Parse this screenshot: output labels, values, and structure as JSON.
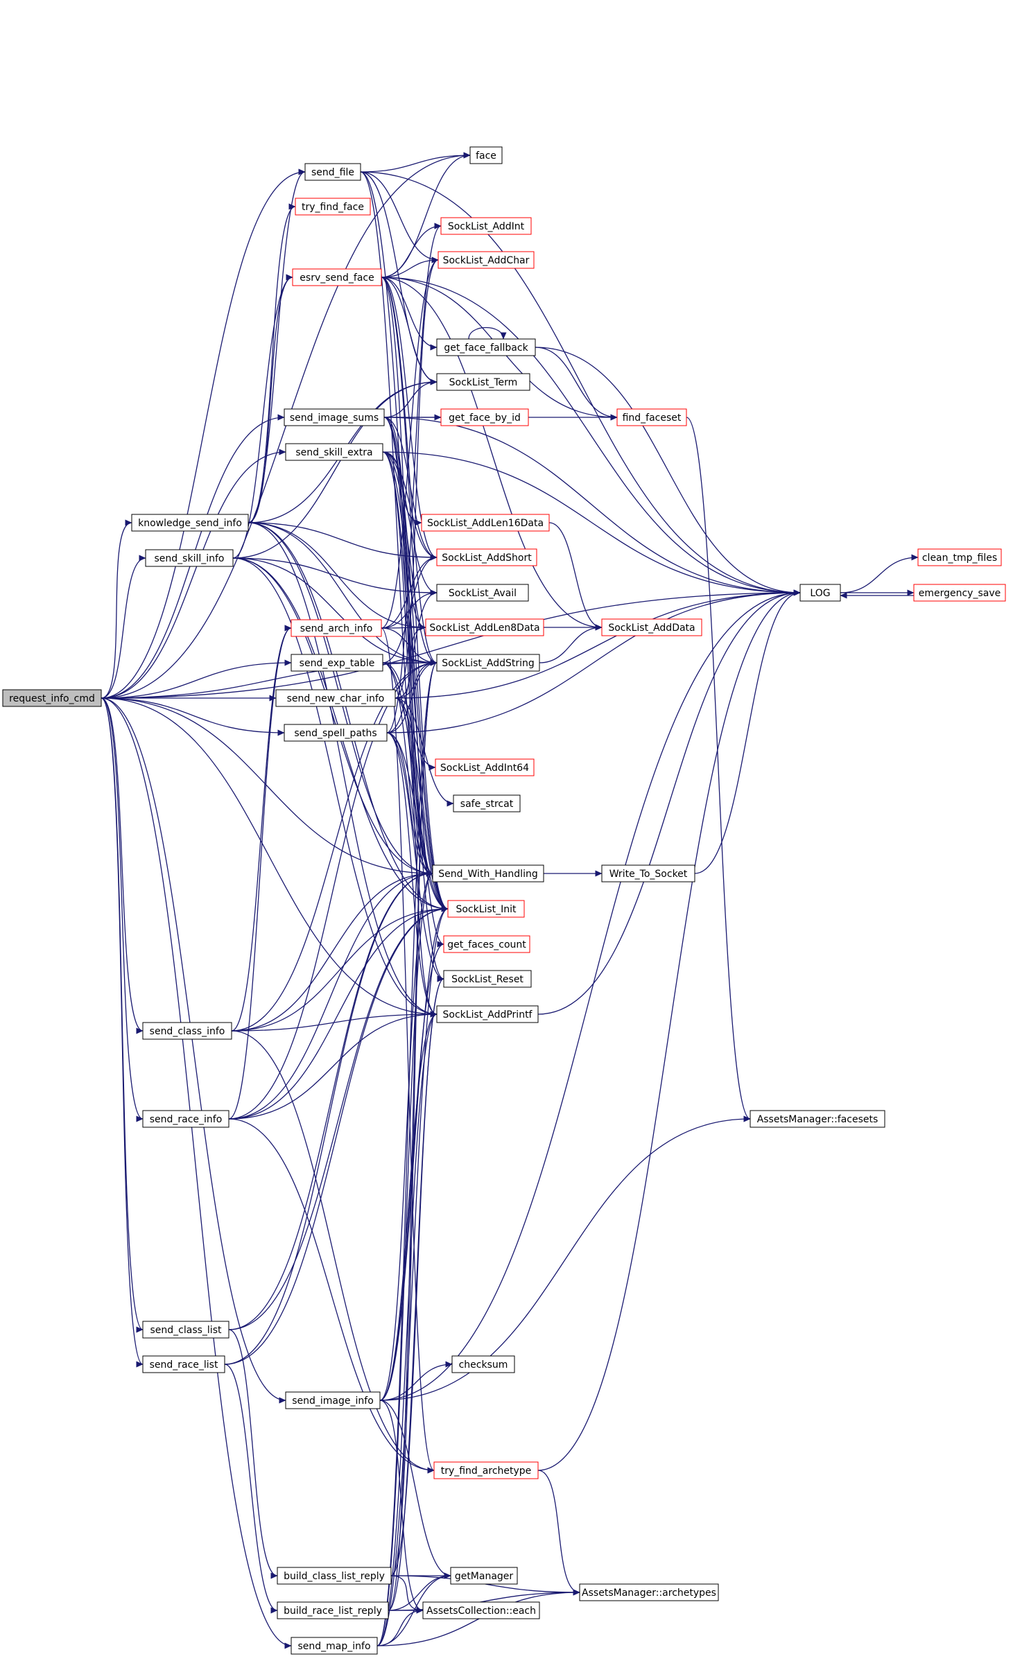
{
  "colors": {
    "edge": "#191970",
    "node_border": "#000000",
    "incomplete_node_border": "#ff0000",
    "root_fill": "#bfbfbf"
  },
  "nodes": [
    {
      "id": "request_info_cmd",
      "label": "request_info_cmd",
      "style": "root"
    },
    {
      "id": "send_file",
      "label": "send_file",
      "style": "normal"
    },
    {
      "id": "try_find_face",
      "label": "try_find_face",
      "style": "red"
    },
    {
      "id": "esrv_send_face",
      "label": "esrv_send_face",
      "style": "red"
    },
    {
      "id": "send_image_sums",
      "label": "send_image_sums",
      "style": "normal"
    },
    {
      "id": "send_skill_extra",
      "label": "send_skill_extra",
      "style": "normal"
    },
    {
      "id": "knowledge_send_info",
      "label": "knowledge_send_info",
      "style": "normal"
    },
    {
      "id": "send_skill_info",
      "label": "send_skill_info",
      "style": "normal"
    },
    {
      "id": "send_arch_info",
      "label": "send_arch_info",
      "style": "red"
    },
    {
      "id": "send_exp_table",
      "label": "send_exp_table",
      "style": "normal"
    },
    {
      "id": "send_new_char_info",
      "label": "send_new_char_info",
      "style": "normal"
    },
    {
      "id": "send_spell_paths",
      "label": "send_spell_paths",
      "style": "normal"
    },
    {
      "id": "send_class_info",
      "label": "send_class_info",
      "style": "normal"
    },
    {
      "id": "send_race_info",
      "label": "send_race_info",
      "style": "normal"
    },
    {
      "id": "send_class_list",
      "label": "send_class_list",
      "style": "normal"
    },
    {
      "id": "send_race_list",
      "label": "send_race_list",
      "style": "normal"
    },
    {
      "id": "send_image_info",
      "label": "send_image_info",
      "style": "normal"
    },
    {
      "id": "build_class_list_reply",
      "label": "build_class_list_reply",
      "style": "normal"
    },
    {
      "id": "build_race_list_reply",
      "label": "build_race_list_reply",
      "style": "normal"
    },
    {
      "id": "send_map_info",
      "label": "send_map_info",
      "style": "normal"
    },
    {
      "id": "face",
      "label": "face",
      "style": "normal"
    },
    {
      "id": "SockList_AddInt",
      "label": "SockList_AddInt",
      "style": "red"
    },
    {
      "id": "SockList_AddChar",
      "label": "SockList_AddChar",
      "style": "red"
    },
    {
      "id": "get_face_fallback",
      "label": "get_face_fallback",
      "style": "normal"
    },
    {
      "id": "SockList_Term",
      "label": "SockList_Term",
      "style": "normal"
    },
    {
      "id": "get_face_by_id",
      "label": "get_face_by_id",
      "style": "red"
    },
    {
      "id": "SockList_AddLen16Data",
      "label": "SockList_AddLen16Data",
      "style": "red"
    },
    {
      "id": "SockList_AddShort",
      "label": "SockList_AddShort",
      "style": "red"
    },
    {
      "id": "SockList_Avail",
      "label": "SockList_Avail",
      "style": "normal"
    },
    {
      "id": "SockList_AddLen8Data",
      "label": "SockList_AddLen8Data",
      "style": "red"
    },
    {
      "id": "SockList_AddString",
      "label": "SockList_AddString",
      "style": "normal"
    },
    {
      "id": "SockList_AddInt64",
      "label": "SockList_AddInt64",
      "style": "red"
    },
    {
      "id": "safe_strcat",
      "label": "safe_strcat",
      "style": "normal"
    },
    {
      "id": "Send_With_Handling",
      "label": "Send_With_Handling",
      "style": "normal"
    },
    {
      "id": "SockList_Init",
      "label": "SockList_Init",
      "style": "red"
    },
    {
      "id": "get_faces_count",
      "label": "get_faces_count",
      "style": "red"
    },
    {
      "id": "SockList_Reset",
      "label": "SockList_Reset",
      "style": "normal"
    },
    {
      "id": "SockList_AddPrintf",
      "label": "SockList_AddPrintf",
      "style": "normal"
    },
    {
      "id": "checksum",
      "label": "checksum",
      "style": "normal"
    },
    {
      "id": "try_find_archetype",
      "label": "try_find_archetype",
      "style": "red"
    },
    {
      "id": "getManager",
      "label": "getManager",
      "style": "normal"
    },
    {
      "id": "AssetsCollection_each",
      "label": "AssetsCollection::each",
      "style": "normal"
    },
    {
      "id": "find_faceset",
      "label": "find_faceset",
      "style": "red"
    },
    {
      "id": "SockList_AddData",
      "label": "SockList_AddData",
      "style": "red"
    },
    {
      "id": "Write_To_Socket",
      "label": "Write_To_Socket",
      "style": "normal"
    },
    {
      "id": "AssetsManager_facesets",
      "label": "AssetsManager::facesets",
      "style": "normal"
    },
    {
      "id": "AssetsManager_archetypes",
      "label": "AssetsManager::archetypes",
      "style": "normal"
    },
    {
      "id": "LOG",
      "label": "LOG",
      "style": "normal"
    },
    {
      "id": "clean_tmp_files",
      "label": "clean_tmp_files",
      "style": "red"
    },
    {
      "id": "emergency_save",
      "label": "emergency_save",
      "style": "red"
    }
  ],
  "edges": [
    [
      "request_info_cmd",
      "send_file"
    ],
    [
      "request_info_cmd",
      "send_image_sums"
    ],
    [
      "request_info_cmd",
      "send_skill_extra"
    ],
    [
      "request_info_cmd",
      "knowledge_send_info"
    ],
    [
      "request_info_cmd",
      "send_skill_info"
    ],
    [
      "request_info_cmd",
      "send_exp_table"
    ],
    [
      "request_info_cmd",
      "send_new_char_info"
    ],
    [
      "request_info_cmd",
      "send_spell_paths"
    ],
    [
      "request_info_cmd",
      "send_class_info"
    ],
    [
      "request_info_cmd",
      "send_race_info"
    ],
    [
      "request_info_cmd",
      "send_class_list"
    ],
    [
      "request_info_cmd",
      "send_race_list"
    ],
    [
      "request_info_cmd",
      "send_image_info"
    ],
    [
      "request_info_cmd",
      "send_map_info"
    ],
    [
      "request_info_cmd",
      "face"
    ],
    [
      "request_info_cmd",
      "LOG"
    ],
    [
      "request_info_cmd",
      "SockList_AddString"
    ],
    [
      "request_info_cmd",
      "Send_With_Handling"
    ],
    [
      "request_info_cmd",
      "SockList_AddPrintf"
    ],
    [
      "send_file",
      "face"
    ],
    [
      "send_file",
      "SockList_AddChar"
    ],
    [
      "send_file",
      "SockList_Term"
    ],
    [
      "send_file",
      "Send_With_Handling"
    ],
    [
      "send_file",
      "LOG"
    ],
    [
      "send_file",
      "SockList_Init"
    ],
    [
      "esrv_send_face",
      "face"
    ],
    [
      "esrv_send_face",
      "SockList_AddInt"
    ],
    [
      "esrv_send_face",
      "SockList_AddChar"
    ],
    [
      "esrv_send_face",
      "get_face_fallback"
    ],
    [
      "esrv_send_face",
      "SockList_Term"
    ],
    [
      "esrv_send_face",
      "find_faceset"
    ],
    [
      "esrv_send_face",
      "LOG"
    ],
    [
      "esrv_send_face",
      "SockList_AddShort"
    ],
    [
      "esrv_send_face",
      "SockList_AddString"
    ],
    [
      "esrv_send_face",
      "Send_With_Handling"
    ],
    [
      "esrv_send_face",
      "SockList_Init"
    ],
    [
      "esrv_send_face",
      "SockList_AddData"
    ],
    [
      "get_face_fallback",
      "get_face_fallback"
    ],
    [
      "get_face_fallback",
      "find_faceset"
    ],
    [
      "get_face_fallback",
      "LOG"
    ],
    [
      "send_image_sums",
      "get_face_by_id"
    ],
    [
      "send_image_sums",
      "find_faceset"
    ],
    [
      "send_image_sums",
      "SockList_Term"
    ],
    [
      "send_image_sums",
      "SockList_AddShort"
    ],
    [
      "send_image_sums",
      "SockList_AddLen8Data"
    ],
    [
      "send_image_sums",
      "Send_With_Handling"
    ],
    [
      "send_image_sums",
      "SockList_Init"
    ],
    [
      "send_image_sums",
      "get_faces_count"
    ],
    [
      "send_image_sums",
      "LOG"
    ],
    [
      "send_skill_extra",
      "SockList_AddLen16Data"
    ],
    [
      "send_skill_extra",
      "SockList_AddShort"
    ],
    [
      "send_skill_extra",
      "SockList_Avail"
    ],
    [
      "send_skill_extra",
      "SockList_AddString"
    ],
    [
      "send_skill_extra",
      "LOG"
    ],
    [
      "send_skill_extra",
      "Send_With_Handling"
    ],
    [
      "send_skill_extra",
      "SockList_Init"
    ],
    [
      "send_skill_extra",
      "SockList_Reset"
    ],
    [
      "knowledge_send_info",
      "esrv_send_face"
    ],
    [
      "knowledge_send_info",
      "try_find_face"
    ],
    [
      "knowledge_send_info",
      "send_file"
    ],
    [
      "knowledge_send_info",
      "SockList_AddShort"
    ],
    [
      "knowledge_send_info",
      "SockList_AddLen8Data"
    ],
    [
      "knowledge_send_info",
      "SockList_AddString"
    ],
    [
      "knowledge_send_info",
      "SockList_Term"
    ],
    [
      "knowledge_send_info",
      "Send_With_Handling"
    ],
    [
      "knowledge_send_info",
      "SockList_Init"
    ],
    [
      "knowledge_send_info",
      "SockList_AddPrintf"
    ],
    [
      "send_skill_info",
      "esrv_send_face"
    ],
    [
      "send_skill_info",
      "SockList_AddString"
    ],
    [
      "send_skill_info",
      "SockList_Avail"
    ],
    [
      "send_skill_info",
      "SockList_AddPrintf"
    ],
    [
      "send_skill_info",
      "Send_With_Handling"
    ],
    [
      "send_skill_info",
      "SockList_Init"
    ],
    [
      "send_skill_info",
      "SockList_Term"
    ],
    [
      "send_arch_info",
      "SockList_AddLen8Data"
    ],
    [
      "send_arch_info",
      "SockList_AddString"
    ],
    [
      "send_arch_info",
      "SockList_AddChar"
    ],
    [
      "send_arch_info",
      "SockList_Avail"
    ],
    [
      "send_arch_info",
      "try_find_archetype"
    ],
    [
      "send_arch_info",
      "SockList_AddShort"
    ],
    [
      "send_exp_table",
      "SockList_AddShort"
    ],
    [
      "send_exp_table",
      "SockList_AddInt64"
    ],
    [
      "send_exp_table",
      "SockList_AddString"
    ],
    [
      "send_exp_table",
      "Send_With_Handling"
    ],
    [
      "send_exp_table",
      "SockList_Init"
    ],
    [
      "send_new_char_info",
      "SockList_AddLen8Data"
    ],
    [
      "send_new_char_info",
      "SockList_AddString"
    ],
    [
      "send_new_char_info",
      "SockList_AddPrintf"
    ],
    [
      "send_new_char_info",
      "Send_With_Handling"
    ],
    [
      "send_new_char_info",
      "SockList_Init"
    ],
    [
      "send_new_char_info",
      "SockList_AddChar"
    ],
    [
      "send_new_char_info",
      "safe_strcat"
    ],
    [
      "send_new_char_info",
      "LOG"
    ],
    [
      "send_spell_paths",
      "SockList_AddInt"
    ],
    [
      "send_spell_paths",
      "SockList_AddString"
    ],
    [
      "send_spell_paths",
      "Send_With_Handling"
    ],
    [
      "send_spell_paths",
      "SockList_Init"
    ],
    [
      "send_spell_paths",
      "SockList_Avail"
    ],
    [
      "send_spell_paths",
      "SockList_AddPrintf"
    ],
    [
      "send_spell_paths",
      "LOG"
    ],
    [
      "send_spell_paths",
      "SockList_Reset"
    ],
    [
      "send_class_info",
      "send_arch_info"
    ],
    [
      "send_class_info",
      "SockList_AddString"
    ],
    [
      "send_class_info",
      "Send_With_Handling"
    ],
    [
      "send_class_info",
      "SockList_Init"
    ],
    [
      "send_class_info",
      "SockList_AddPrintf"
    ],
    [
      "send_class_info",
      "try_find_archetype"
    ],
    [
      "send_race_info",
      "send_arch_info"
    ],
    [
      "send_race_info",
      "SockList_AddString"
    ],
    [
      "send_race_info",
      "Send_With_Handling"
    ],
    [
      "send_race_info",
      "SockList_Init"
    ],
    [
      "send_race_info",
      "SockList_AddPrintf"
    ],
    [
      "send_race_info",
      "try_find_archetype"
    ],
    [
      "send_class_list",
      "build_class_list_reply"
    ],
    [
      "send_class_list",
      "Send_With_Handling"
    ],
    [
      "send_class_list",
      "SockList_Init"
    ],
    [
      "send_race_list",
      "build_race_list_reply"
    ],
    [
      "send_race_list",
      "Send_With_Handling"
    ],
    [
      "send_race_list",
      "SockList_Init"
    ],
    [
      "send_image_info",
      "checksum"
    ],
    [
      "send_image_info",
      "getManager"
    ],
    [
      "send_image_info",
      "AssetsCollection_each"
    ],
    [
      "send_image_info",
      "AssetsManager_facesets"
    ],
    [
      "send_image_info",
      "SockList_AddPrintf"
    ],
    [
      "send_image_info",
      "Send_With_Handling"
    ],
    [
      "send_image_info",
      "SockList_Init"
    ],
    [
      "send_image_info",
      "get_faces_count"
    ],
    [
      "send_image_info",
      "LOG"
    ],
    [
      "build_class_list_reply",
      "getManager"
    ],
    [
      "build_class_list_reply",
      "AssetsCollection_each"
    ],
    [
      "build_class_list_reply",
      "AssetsManager_archetypes"
    ],
    [
      "build_class_list_reply",
      "SockList_AddString"
    ],
    [
      "build_class_list_reply",
      "SockList_Reset"
    ],
    [
      "build_race_list_reply",
      "getManager"
    ],
    [
      "build_race_list_reply",
      "AssetsCollection_each"
    ],
    [
      "build_race_list_reply",
      "AssetsManager_archetypes"
    ],
    [
      "build_race_list_reply",
      "SockList_AddString"
    ],
    [
      "build_race_list_reply",
      "SockList_Reset"
    ],
    [
      "send_map_info",
      "getManager"
    ],
    [
      "send_map_info",
      "AssetsCollection_each"
    ],
    [
      "send_map_info",
      "AssetsManager_archetypes"
    ],
    [
      "send_map_info",
      "SockList_AddString"
    ],
    [
      "send_map_info",
      "SockList_AddPrintf"
    ],
    [
      "send_map_info",
      "Send_With_Handling"
    ],
    [
      "send_map_info",
      "SockList_Init"
    ],
    [
      "SockList_AddLen16Data",
      "SockList_AddData"
    ],
    [
      "SockList_AddLen8Data",
      "SockList_AddData"
    ],
    [
      "SockList_AddString",
      "SockList_AddData"
    ],
    [
      "Send_With_Handling",
      "Write_To_Socket"
    ],
    [
      "Write_To_Socket",
      "LOG"
    ],
    [
      "SockList_AddPrintf",
      "LOG"
    ],
    [
      "find_faceset",
      "AssetsManager_facesets"
    ],
    [
      "try_find_archetype",
      "AssetsManager_archetypes"
    ],
    [
      "try_find_archetype",
      "LOG"
    ],
    [
      "LOG",
      "clean_tmp_files"
    ],
    [
      "LOG",
      "emergency_save"
    ],
    [
      "emergency_save",
      "LOG"
    ]
  ]
}
